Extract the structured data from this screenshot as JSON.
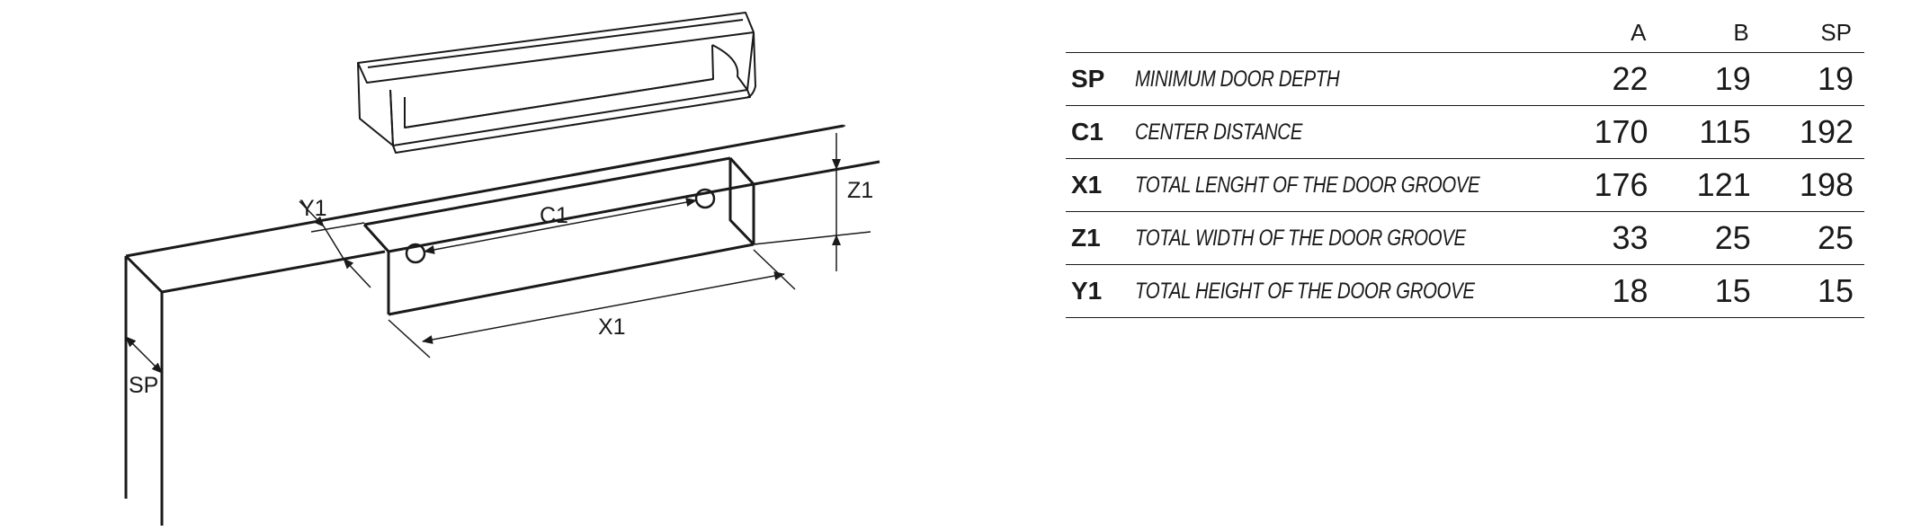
{
  "diagram": {
    "labels": {
      "y1": "Y1",
      "c1": "C1",
      "z1": "Z1",
      "x1": "X1",
      "sp": "SP"
    }
  },
  "table": {
    "columns": [
      "A",
      "B",
      "SP"
    ],
    "rows": [
      {
        "code": "SP",
        "description": "MINIMUM DOOR DEPTH",
        "values": [
          "22",
          "19",
          "19"
        ]
      },
      {
        "code": "C1",
        "description": "CENTER DISTANCE",
        "values": [
          "170",
          "115",
          "192"
        ]
      },
      {
        "code": "X1",
        "description": "TOTAL LENGHT OF THE DOOR GROOVE",
        "values": [
          "176",
          "121",
          "198"
        ]
      },
      {
        "code": "Z1",
        "description": "TOTAL WIDTH OF THE DOOR GROOVE",
        "values": [
          "33",
          "25",
          "25"
        ]
      },
      {
        "code": "Y1",
        "description": "TOTAL HEIGHT OF THE DOOR GROOVE",
        "values": [
          "18",
          "15",
          "15"
        ]
      }
    ]
  }
}
